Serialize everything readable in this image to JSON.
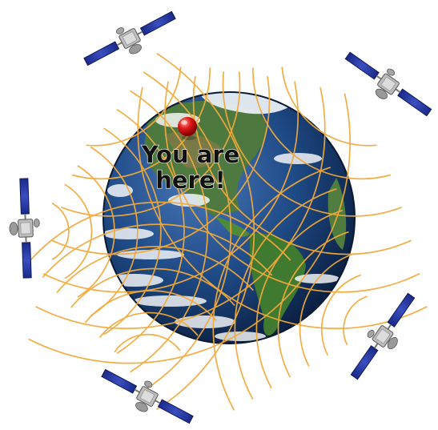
{
  "location_label": {
    "line1": "You are",
    "line2": "here!"
  },
  "colors": {
    "signal_waves": "#f2a93b",
    "ocean": "#1e4a86",
    "land": "#4f8a3a",
    "marker": "#e01a1a",
    "solar_panel": "#2a3aa0"
  },
  "icons": [
    "satellite-icon",
    "location-pin-icon",
    "earth-globe",
    "signal-waves"
  ]
}
